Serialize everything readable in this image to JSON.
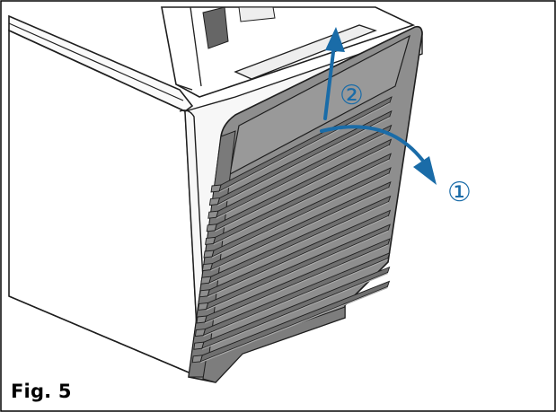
{
  "figure": {
    "caption": "Fig. 5"
  },
  "steps": [
    {
      "label": "①",
      "description": ""
    },
    {
      "label": "②",
      "description": ""
    }
  ],
  "colors": {
    "arrow": "#1a6ca8",
    "grille": "#8e8e8e",
    "grille_dark": "#6f6f6f",
    "grille_light": "#a9a9a9",
    "housing": "#ffffff",
    "outline": "#1e1e1e",
    "border": "#000000"
  }
}
